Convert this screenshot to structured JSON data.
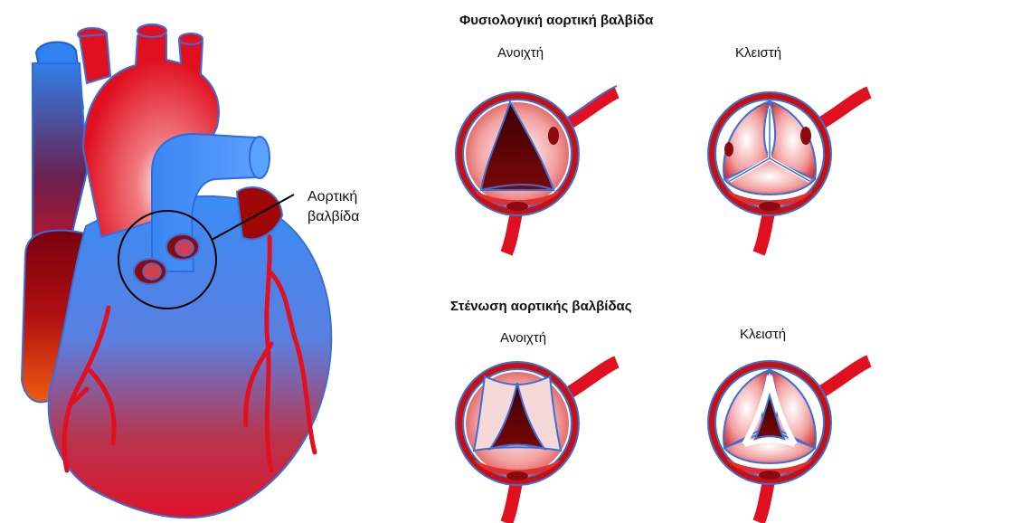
{
  "heart": {
    "callout_line1": "Αορτική",
    "callout_line2": "βαλβίδα"
  },
  "sections": [
    {
      "heading": "Φυσιολογική αορτική βαλβίδα",
      "open_label": "Ανοιχτή",
      "closed_label": "Κλειστή"
    },
    {
      "heading": "Στένωση αορτικής βαλβίδας",
      "open_label": "Ανοιχτή",
      "closed_label": "Κλειστή"
    }
  ],
  "colors": {
    "red": "#e01020",
    "blue": "#3b86f0",
    "dark": "#4a0000",
    "outline": "#3b6fd8"
  }
}
